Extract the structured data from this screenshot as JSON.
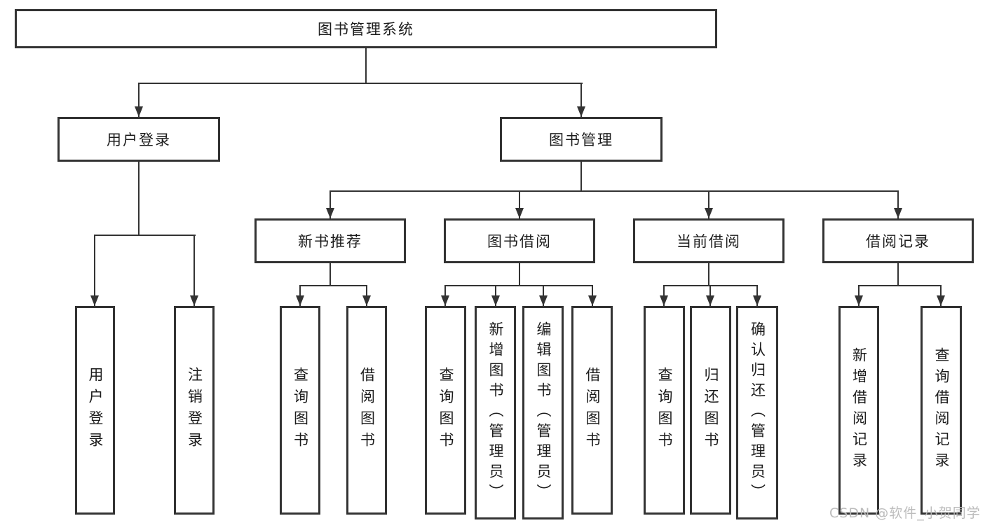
{
  "watermark": "CSDN @软件_小贺同学",
  "colors": {
    "line": "#333333",
    "text": "#1c1c1c",
    "background": "#ffffff",
    "watermark": "#b8b8b8"
  },
  "diagram": {
    "type": "hierarchy",
    "root_label": "图书管理系统",
    "tree": {
      "图书管理系统": {
        "用户登录": [
          "用户登录",
          "注销登录"
        ],
        "图书管理": {
          "新书推荐": [
            "查询图书",
            "借阅图书"
          ],
          "图书借阅": [
            "查询图书",
            "新增图书（管理员）",
            "编辑图书（管理员）",
            "借阅图书"
          ],
          "当前借阅": [
            "查询图书",
            "归还图书",
            "确认归还（管理员）"
          ],
          "借阅记录": [
            "新增借阅记录",
            "查询借阅记录"
          ]
        }
      }
    }
  },
  "nodes": {
    "root": "图书管理系统",
    "user_login": "用户登录",
    "book_mgmt": "图书管理",
    "new_book_rec": "新书推荐",
    "book_borrow": "图书借阅",
    "current_borrow": "当前借阅",
    "borrow_record": "借阅记录",
    "ul_login": "用户登录",
    "ul_logout": "注销登录",
    "nb_query": "查询图书",
    "nb_borrow": "借阅图书",
    "bb_query": "查询图书",
    "bb_add": "新增图书（管理员）",
    "bb_edit": "编辑图书（管理员）",
    "bb_borrow": "借阅图书",
    "cb_query": "查询图书",
    "cb_return": "归还图书",
    "cb_confirm": "确认归还（管理员）",
    "br_add": "新增借阅记录",
    "br_query": "查询借阅记录"
  }
}
